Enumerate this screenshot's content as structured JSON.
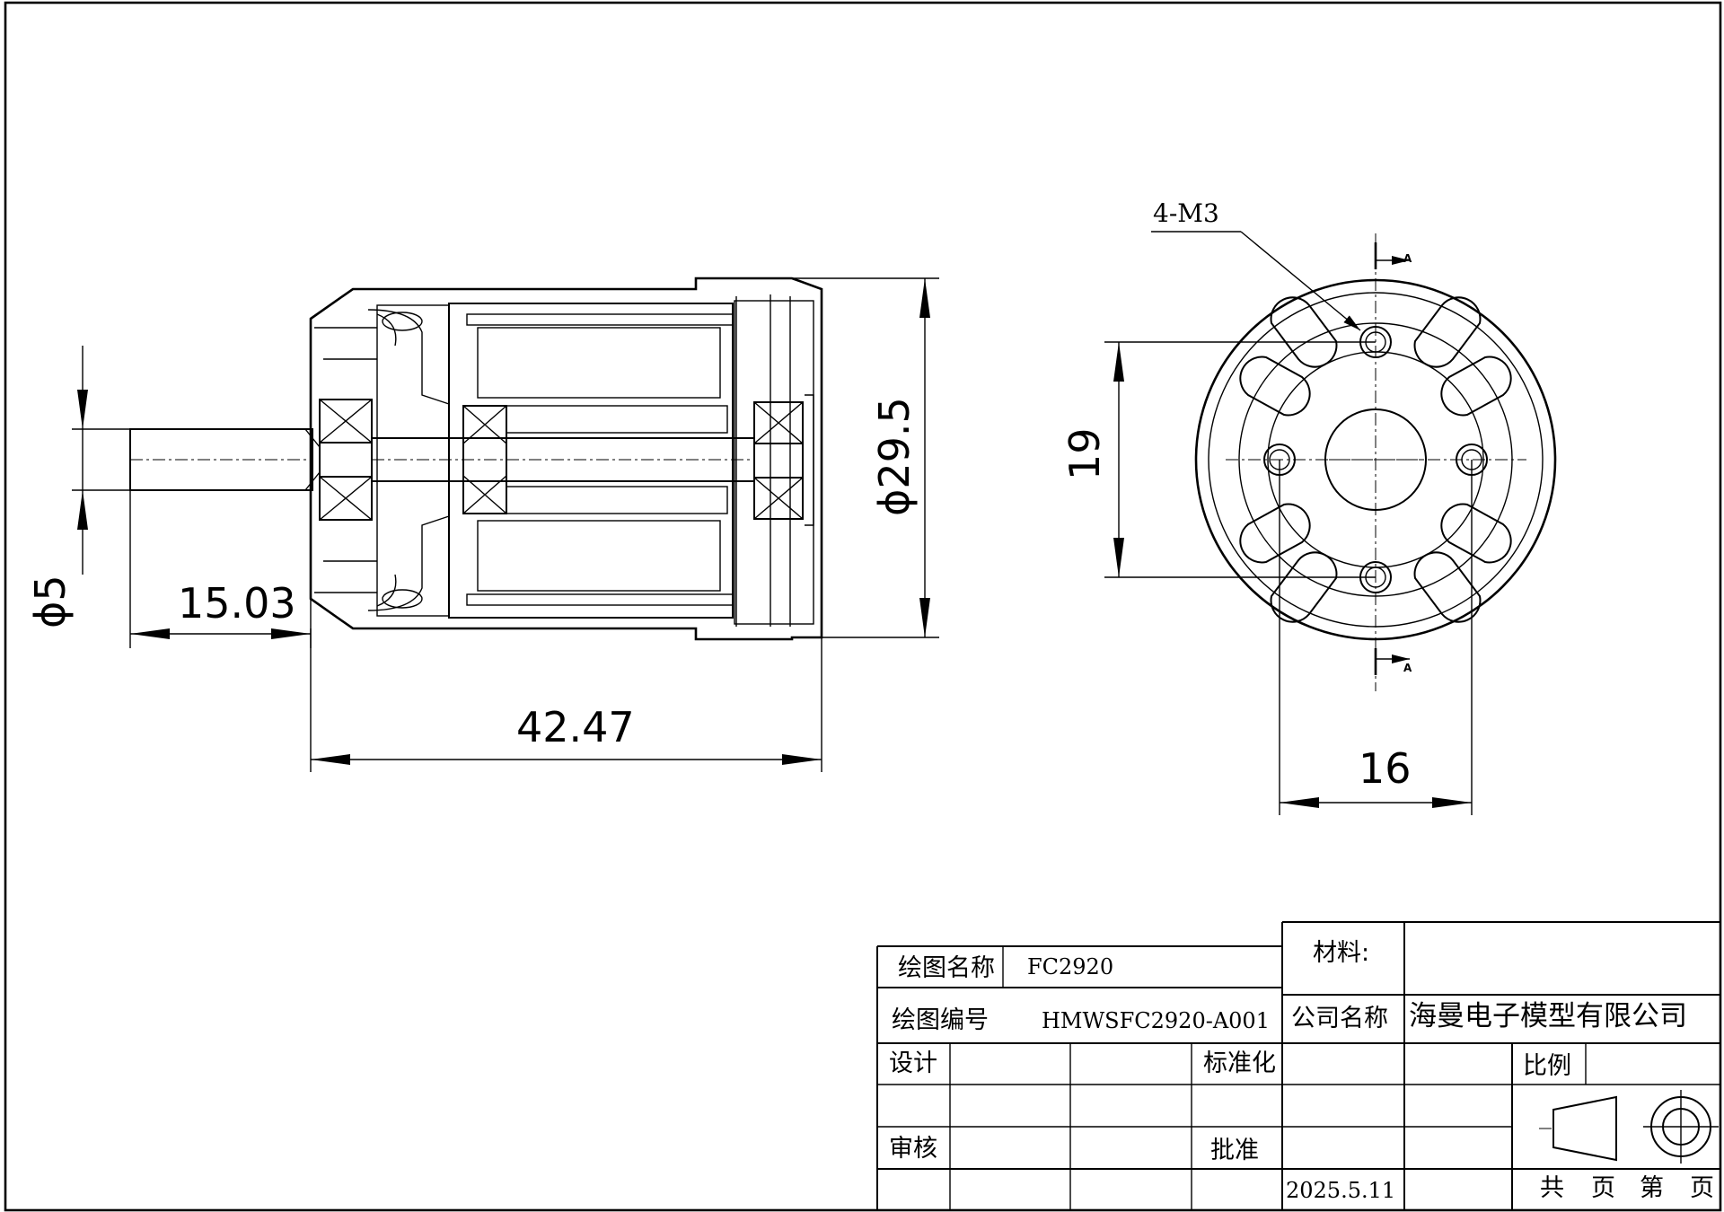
{
  "drawing": {
    "side_view": {
      "shaft_diameter": "ϕ5",
      "shaft_length": "15.03",
      "overall_length": "42.47",
      "outer_diameter": "ϕ29.5"
    },
    "end_view": {
      "thread_callout": "4-M3",
      "hole_spacing_vertical": "19",
      "hole_spacing_horizontal": "16",
      "section_mark": "A"
    },
    "colors": {
      "line": "#000000",
      "magnet_dark": "#2b4c9e",
      "magnet_light": "#f2f2fa"
    }
  },
  "title_block": {
    "drawing_name_label": "绘图名称",
    "drawing_name_value": "FC2920",
    "drawing_number_label": "绘图编号",
    "drawing_number_value": "HMWSFC2920-A001",
    "material_label": "材料:",
    "material_value": "",
    "company_label": "公司名称",
    "company_value": "海曼电子模型有限公司",
    "design_label": "设计",
    "standardize_label": "标准化",
    "scale_label": "比例",
    "review_label": "审核",
    "approve_label": "批准",
    "date": "2025.5.11",
    "sheet_total": "共",
    "sheet_page": "页",
    "sheet_number": "第",
    "sheet_page2": "页"
  }
}
